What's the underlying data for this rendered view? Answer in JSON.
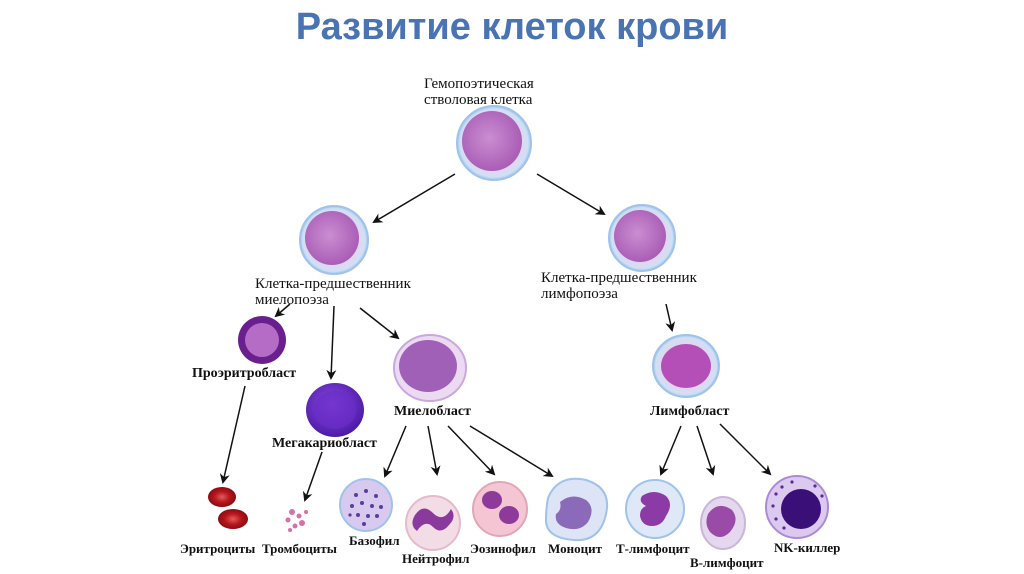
{
  "title": "Развитие клеток крови",
  "nodes": {
    "hsc": [
      "Гемопоэтическая",
      "стволовая клетка"
    ],
    "myeloid_progenitor": [
      "Клетка-предшественник",
      "миелопоэза"
    ],
    "lymphoid_progenitor": [
      "Клетка-предшественник",
      "лимфопоэза"
    ],
    "proerythroblast": "Проэритробласт",
    "megakaryoblast": "Мегакариобласт",
    "myeloblast": "Миелобласт",
    "lymphoblast": "Лимфобласт",
    "erythrocytes": "Эритроциты",
    "thrombocytes": "Тромбоциты",
    "basophil": "Базофил",
    "neutrophil": "Нейтрофил",
    "eosinophil": "Эозинофил",
    "monocyte": "Моноцит",
    "t_lymphocyte": "Т-лимфоцит",
    "b_lymphocyte": "В-лимфоцит",
    "nk_killer": "NK-киллер"
  },
  "colors": {
    "title": "#4a73b4",
    "cell_membrane": "#b9d6f2",
    "cell_nucleus": "#c06ec4",
    "erythrocyte": "#c8262c",
    "arrow": "#111111"
  }
}
